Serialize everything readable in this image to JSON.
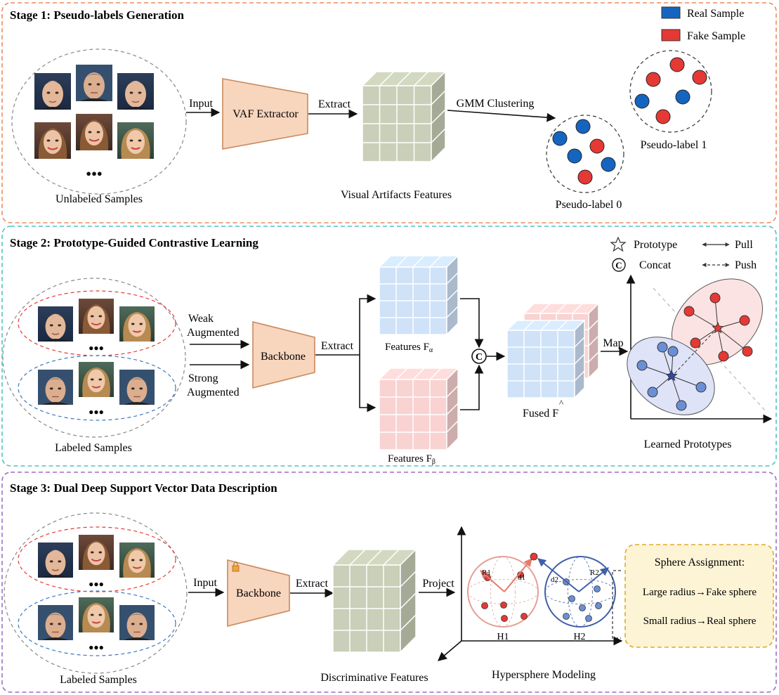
{
  "stage1": {
    "title": "Stage 1: Pseudo-labels Generation",
    "legend_real": "Real Sample",
    "legend_fake": "Fake Sample",
    "unlabeled_samples": "Unlabeled Samples",
    "input_label": "Input",
    "extractor": "VAF Extractor",
    "extract_label": "Extract",
    "features_caption": "Visual Artifacts Features",
    "gmm_label": "GMM Clustering",
    "pseudo_label_0": "Pseudo-label 0",
    "pseudo_label_1": "Pseudo-label 1",
    "ellipsis": "●●●"
  },
  "stage2": {
    "title": "Stage 2: Prototype-Guided Contrastive Learning",
    "legend_prototype": "Prototype",
    "legend_pull": "Pull",
    "legend_concat": "Concat",
    "legend_push": "Push",
    "concat_symbol": "C",
    "weak_1": "Weak",
    "weak_2": "Augmented",
    "strong_1": "Strong",
    "strong_2": "Augmented",
    "backbone": "Backbone",
    "extract_label": "Extract",
    "features_alpha": "Features F",
    "alpha_sub": "α",
    "features_beta": "Features F",
    "beta_sub": "β",
    "fused": "Fused F",
    "hat": "^",
    "map_label": "Map",
    "labeled_samples": "Labeled Samples",
    "learned_prototypes": "Learned Prototypes",
    "ellipsis": "●●●"
  },
  "stage3": {
    "title": "Stage 3: Dual Deep Support Vector Data Description",
    "input_label": "Input",
    "backbone": "Backbone",
    "extract_label": "Extract",
    "project_label": "Project",
    "features_caption": "Discriminative Features",
    "hypersphere_caption": "Hypersphere Modeling",
    "labeled_samples": "Labeled Samples",
    "h1": "H1",
    "h2": "H2",
    "r1": "R1",
    "r2": "R2",
    "d1": "d1",
    "d2": "d2",
    "assignment_title": "Sphere Assignment:",
    "rule_large": "Large radius→Fake sphere",
    "rule_small": "Small radius→Real sphere",
    "ellipsis": "●●●"
  },
  "colors": {
    "stage1_border": "#f08a5d",
    "stage2_border": "#4fc3c3",
    "stage3_border": "#9b6fc7",
    "real": "#1565c0",
    "fake": "#e53935",
    "trapezoid_fill": "#f8d5bd",
    "trapezoid_stroke": "#c98a5e",
    "grey_cube": "#c9cfb8",
    "blue_cube": "#cfe2f8",
    "pink_cube": "#f9d2d2"
  }
}
